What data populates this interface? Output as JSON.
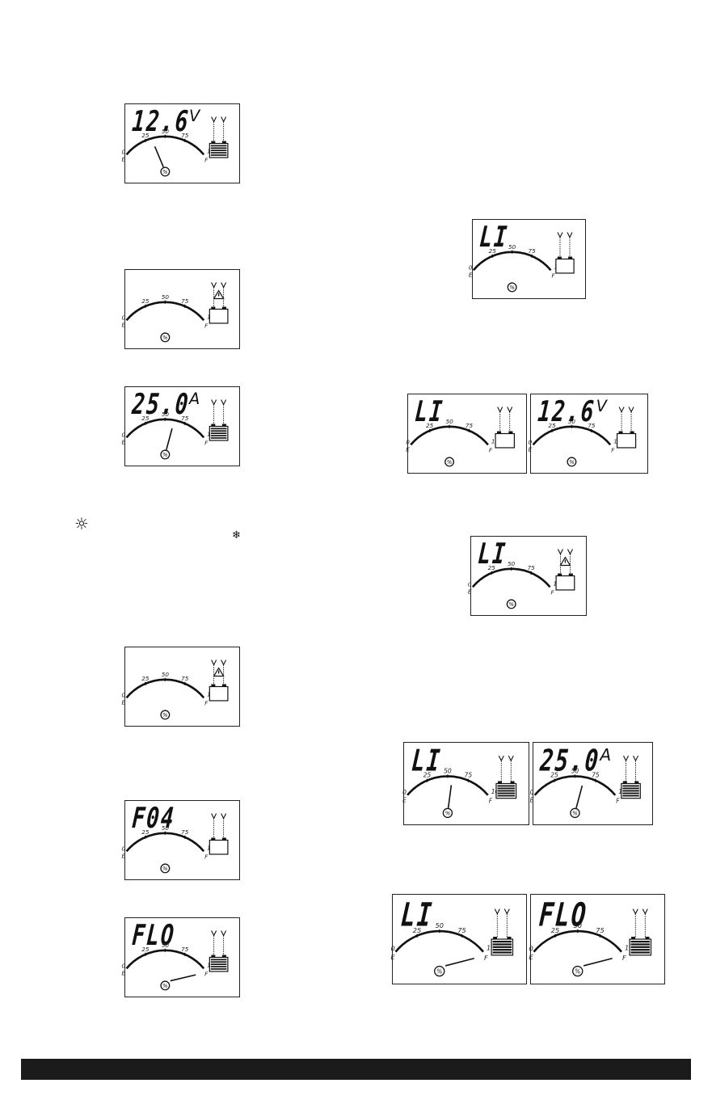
{
  "gauge_labels": {
    "zero": "0",
    "e": "E",
    "f": "F",
    "t25": "25",
    "t50": "50",
    "t75": "75",
    "t100": "100",
    "pct": "%"
  },
  "displays": [
    {
      "id": "d1",
      "text": "12.6",
      "unit": "V",
      "clamps": "plain",
      "battery": "full",
      "level": 0.35
    },
    {
      "id": "d2",
      "text": "",
      "unit": "",
      "clamps": "warning",
      "battery": "empty",
      "level": null
    },
    {
      "id": "d3",
      "text": "25.0",
      "unit": "A",
      "clamps": "plain",
      "battery": "full",
      "level": 0.6
    },
    {
      "id": "d4",
      "text": "",
      "unit": "",
      "clamps": "warning",
      "battery": "empty",
      "level": null
    },
    {
      "id": "d5",
      "text": "F04",
      "unit": "",
      "clamps": "plain",
      "battery": "empty",
      "level": null
    },
    {
      "id": "d6",
      "text": "FLO",
      "unit": "",
      "clamps": "plain",
      "battery": "full",
      "level": 1.0
    },
    {
      "id": "d7",
      "text": "LI",
      "unit": "",
      "clamps": "plain",
      "battery": "empty",
      "level": null
    },
    {
      "id": "d8",
      "text": "LI",
      "unit": "",
      "clamps": "plain",
      "battery": "empty",
      "level": null
    },
    {
      "id": "d9",
      "text": "12.6",
      "unit": "V",
      "clamps": "plain",
      "battery": "empty",
      "level": null
    },
    {
      "id": "d10",
      "text": "LI",
      "unit": "",
      "clamps": "warning",
      "battery": "empty",
      "level": null
    },
    {
      "id": "d11",
      "text": "LI",
      "unit": "",
      "clamps": "plain",
      "battery": "full",
      "level": 0.55
    },
    {
      "id": "d12",
      "text": "25.0",
      "unit": "A",
      "clamps": "plain",
      "battery": "full",
      "level": 0.6
    },
    {
      "id": "d13",
      "text": "LI",
      "unit": "",
      "clamps": "plain",
      "battery": "full",
      "level": 1.0
    },
    {
      "id": "d14",
      "text": "FLO",
      "unit": "",
      "clamps": "plain",
      "battery": "full",
      "level": 1.0
    }
  ],
  "symbols": {
    "sun": "☼",
    "snow": "❄"
  }
}
